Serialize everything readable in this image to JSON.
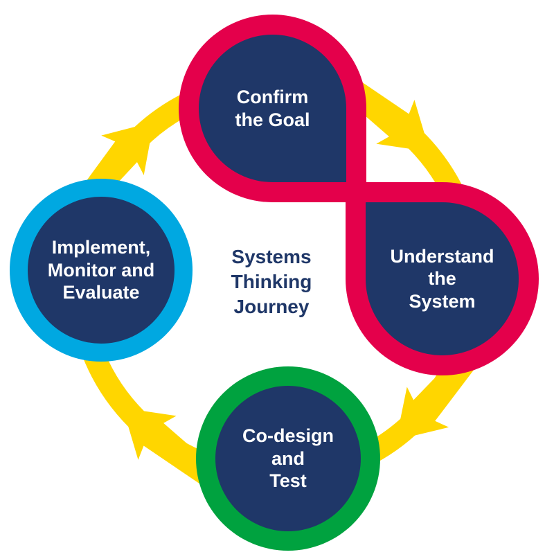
{
  "title": "Systems Thinking Journey",
  "center_label": "Systems\nThinking\nJourney",
  "nodes": [
    {
      "id": "confirm-the-goal",
      "label": "Confirm\nthe Goal"
    },
    {
      "id": "understand-the-system",
      "label": "Understand\nthe\nSystem"
    },
    {
      "id": "co-design-and-test",
      "label": "Co-design\nand\nTest"
    },
    {
      "id": "implement-monitor-and-evaluate",
      "label": "Implement,\nMonitor and\nEvaluate"
    }
  ],
  "cycle": {
    "direction": "clockwise",
    "arrowhead_count": 4
  },
  "colors": {
    "crimson": "#E4004B",
    "navy": "#1F3768",
    "cyan": "#00A8E1",
    "green": "#00A23F",
    "yellow": "#FFD600",
    "label": "#FFFFFF",
    "background": "#FFFFFF"
  }
}
